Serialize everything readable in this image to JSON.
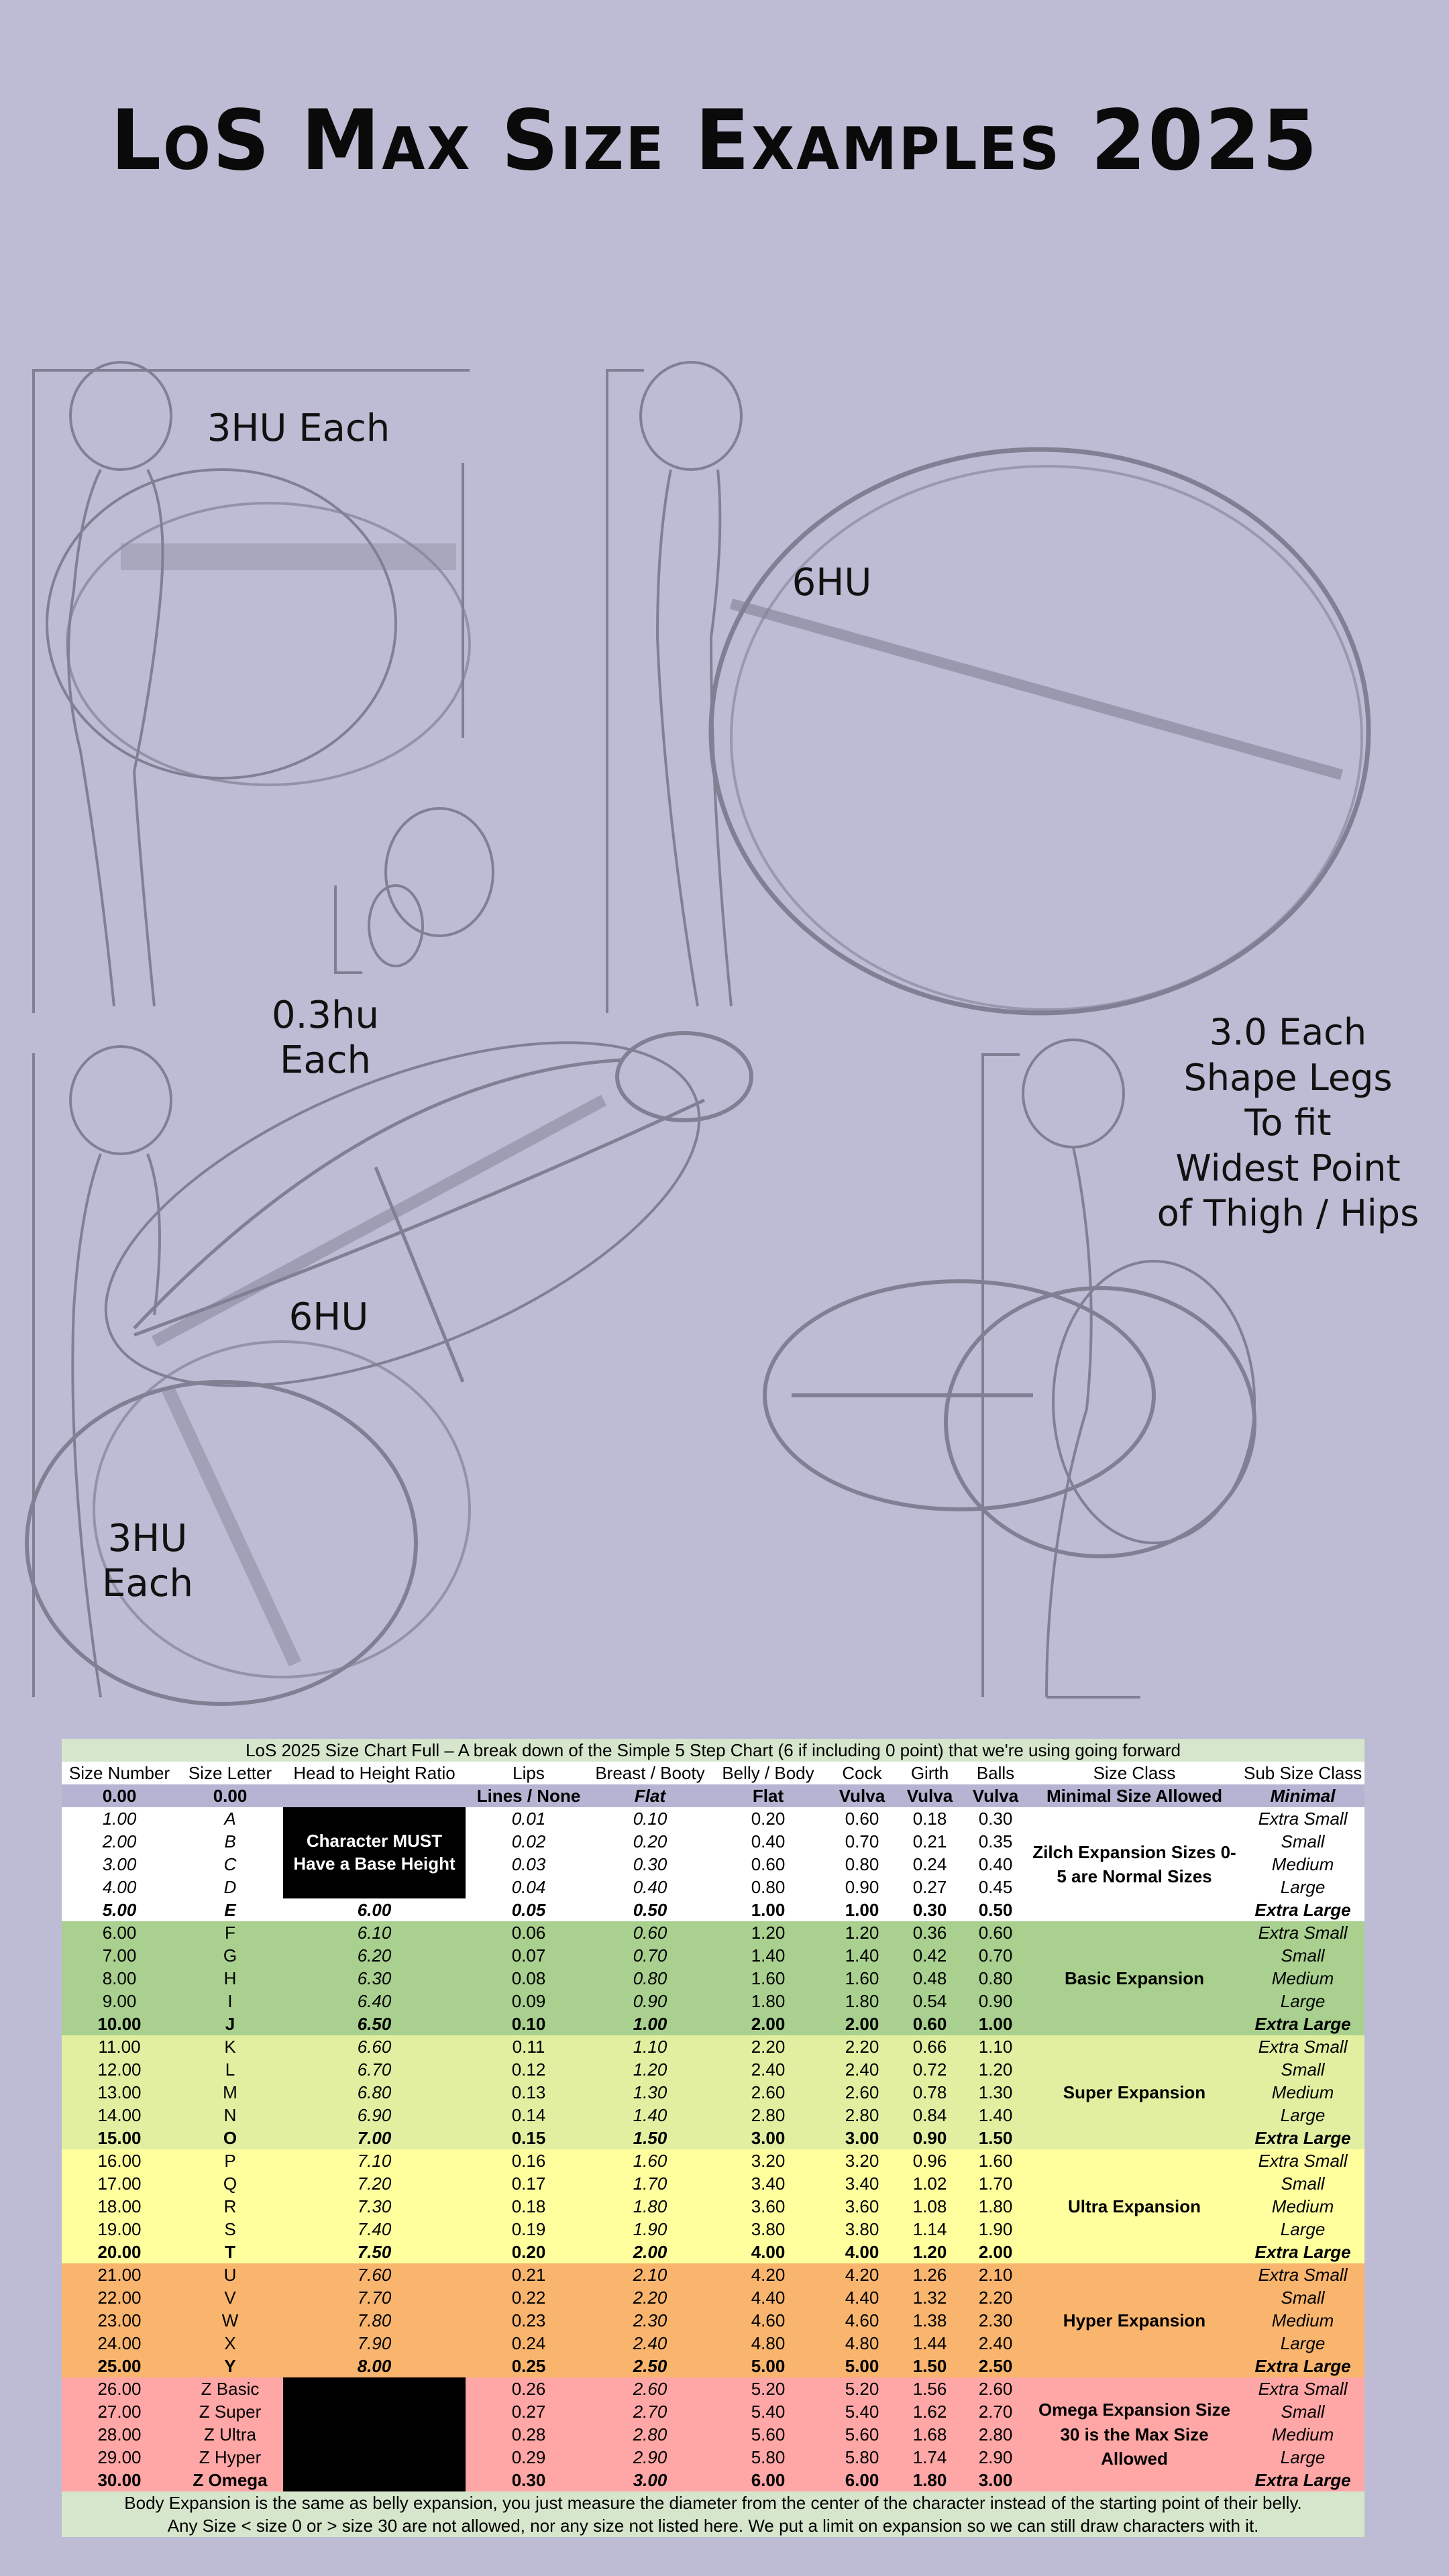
{
  "title": "LoS Max Size Examples 2025",
  "labels": {
    "a": "3HU Each",
    "b": "6HU",
    "c_line1": "0.3hu",
    "c_line2": "Each",
    "d_line1": "3.0 Each",
    "d_line2": "Shape Legs",
    "d_line3": "To fit",
    "d_line4": "Widest Point",
    "d_line5": "of Thigh / Hips",
    "e": "6HU",
    "f_line1": "3HU",
    "f_line2": "Each"
  },
  "table": {
    "caption": "LoS 2025 Size Chart Full – A break down of the Simple 5 Step Chart (6 if including 0 point) that we're using going forward",
    "headers": [
      "Size Number",
      "Size Letter",
      "Head to Height Ratio",
      "Lips",
      "Breast / Booty",
      "Belly / Body",
      "Cock",
      "Girth",
      "Balls",
      "Size Class",
      "Sub Size Class"
    ],
    "zero_row": [
      "0.00",
      "0.00",
      "",
      "Lines / None",
      "Flat",
      "Flat",
      "Vulva",
      "Vulva",
      "Vulva",
      "Minimal Size Allowed",
      "Minimal"
    ],
    "black_note": "Character MUST Have a Base Height",
    "groups": [
      {
        "class": "Zilch Expansion Sizes 0-5 are Normal Sizes",
        "rows": [
          [
            "1.00",
            "A",
            "",
            "0.01",
            "0.10",
            "0.20",
            "0.60",
            "0.18",
            "0.30",
            "Extra Small"
          ],
          [
            "2.00",
            "B",
            "",
            "0.02",
            "0.20",
            "0.40",
            "0.70",
            "0.21",
            "0.35",
            "Small"
          ],
          [
            "3.00",
            "C",
            "",
            "0.03",
            "0.30",
            "0.60",
            "0.80",
            "0.24",
            "0.40",
            "Medium"
          ],
          [
            "4.00",
            "D",
            "",
            "0.04",
            "0.40",
            "0.80",
            "0.90",
            "0.27",
            "0.45",
            "Large"
          ],
          [
            "5.00",
            "E",
            "6.00",
            "0.05",
            "0.50",
            "1.00",
            "1.00",
            "0.30",
            "0.50",
            "Extra Large"
          ]
        ]
      },
      {
        "class": "Basic Expansion",
        "rows": [
          [
            "6.00",
            "F",
            "6.10",
            "0.06",
            "0.60",
            "1.20",
            "1.20",
            "0.36",
            "0.60",
            "Extra Small"
          ],
          [
            "7.00",
            "G",
            "6.20",
            "0.07",
            "0.70",
            "1.40",
            "1.40",
            "0.42",
            "0.70",
            "Small"
          ],
          [
            "8.00",
            "H",
            "6.30",
            "0.08",
            "0.80",
            "1.60",
            "1.60",
            "0.48",
            "0.80",
            "Medium"
          ],
          [
            "9.00",
            "I",
            "6.40",
            "0.09",
            "0.90",
            "1.80",
            "1.80",
            "0.54",
            "0.90",
            "Large"
          ],
          [
            "10.00",
            "J",
            "6.50",
            "0.10",
            "1.00",
            "2.00",
            "2.00",
            "0.60",
            "1.00",
            "Extra Large"
          ]
        ]
      },
      {
        "class": "Super Expansion",
        "rows": [
          [
            "11.00",
            "K",
            "6.60",
            "0.11",
            "1.10",
            "2.20",
            "2.20",
            "0.66",
            "1.10",
            "Extra Small"
          ],
          [
            "12.00",
            "L",
            "6.70",
            "0.12",
            "1.20",
            "2.40",
            "2.40",
            "0.72",
            "1.20",
            "Small"
          ],
          [
            "13.00",
            "M",
            "6.80",
            "0.13",
            "1.30",
            "2.60",
            "2.60",
            "0.78",
            "1.30",
            "Medium"
          ],
          [
            "14.00",
            "N",
            "6.90",
            "0.14",
            "1.40",
            "2.80",
            "2.80",
            "0.84",
            "1.40",
            "Large"
          ],
          [
            "15.00",
            "O",
            "7.00",
            "0.15",
            "1.50",
            "3.00",
            "3.00",
            "0.90",
            "1.50",
            "Extra Large"
          ]
        ]
      },
      {
        "class": "Ultra Expansion",
        "rows": [
          [
            "16.00",
            "P",
            "7.10",
            "0.16",
            "1.60",
            "3.20",
            "3.20",
            "0.96",
            "1.60",
            "Extra Small"
          ],
          [
            "17.00",
            "Q",
            "7.20",
            "0.17",
            "1.70",
            "3.40",
            "3.40",
            "1.02",
            "1.70",
            "Small"
          ],
          [
            "18.00",
            "R",
            "7.30",
            "0.18",
            "1.80",
            "3.60",
            "3.60",
            "1.08",
            "1.80",
            "Medium"
          ],
          [
            "19.00",
            "S",
            "7.40",
            "0.19",
            "1.90",
            "3.80",
            "3.80",
            "1.14",
            "1.90",
            "Large"
          ],
          [
            "20.00",
            "T",
            "7.50",
            "0.20",
            "2.00",
            "4.00",
            "4.00",
            "1.20",
            "2.00",
            "Extra Large"
          ]
        ]
      },
      {
        "class": "Hyper Expansion",
        "rows": [
          [
            "21.00",
            "U",
            "7.60",
            "0.21",
            "2.10",
            "4.20",
            "4.20",
            "1.26",
            "2.10",
            "Extra Small"
          ],
          [
            "22.00",
            "V",
            "7.70",
            "0.22",
            "2.20",
            "4.40",
            "4.40",
            "1.32",
            "2.20",
            "Small"
          ],
          [
            "23.00",
            "W",
            "7.80",
            "0.23",
            "2.30",
            "4.60",
            "4.60",
            "1.38",
            "2.30",
            "Medium"
          ],
          [
            "24.00",
            "X",
            "7.90",
            "0.24",
            "2.40",
            "4.80",
            "4.80",
            "1.44",
            "2.40",
            "Large"
          ],
          [
            "25.00",
            "Y",
            "8.00",
            "0.25",
            "2.50",
            "5.00",
            "5.00",
            "1.50",
            "2.50",
            "Extra Large"
          ]
        ]
      },
      {
        "class": "Omega Expansion Size 30 is the Max Size Allowed",
        "rows": [
          [
            "26.00",
            "Z Basic",
            "",
            "0.26",
            "2.60",
            "5.20",
            "5.20",
            "1.56",
            "2.60",
            "Extra Small"
          ],
          [
            "27.00",
            "Z Super",
            "",
            "0.27",
            "2.70",
            "5.40",
            "5.40",
            "1.62",
            "2.70",
            "Small"
          ],
          [
            "28.00",
            "Z Ultra",
            "",
            "0.28",
            "2.80",
            "5.60",
            "5.60",
            "1.68",
            "2.80",
            "Medium"
          ],
          [
            "29.00",
            "Z Hyper",
            "",
            "0.29",
            "2.90",
            "5.80",
            "5.80",
            "1.74",
            "2.90",
            "Large"
          ],
          [
            "30.00",
            "Z Omega",
            "",
            "0.30",
            "3.00",
            "6.00",
            "6.00",
            "1.80",
            "3.00",
            "Extra Large"
          ]
        ]
      }
    ],
    "footer1": "Body Expansion is the same as belly expansion, you just measure the diameter from the center of the character instead of the starting point of their belly.",
    "footer2": "Any Size < size 0 or > size 30 are not allowed, nor any size not listed here. We put a limit on expansion so we can still draw characters with it."
  }
}
